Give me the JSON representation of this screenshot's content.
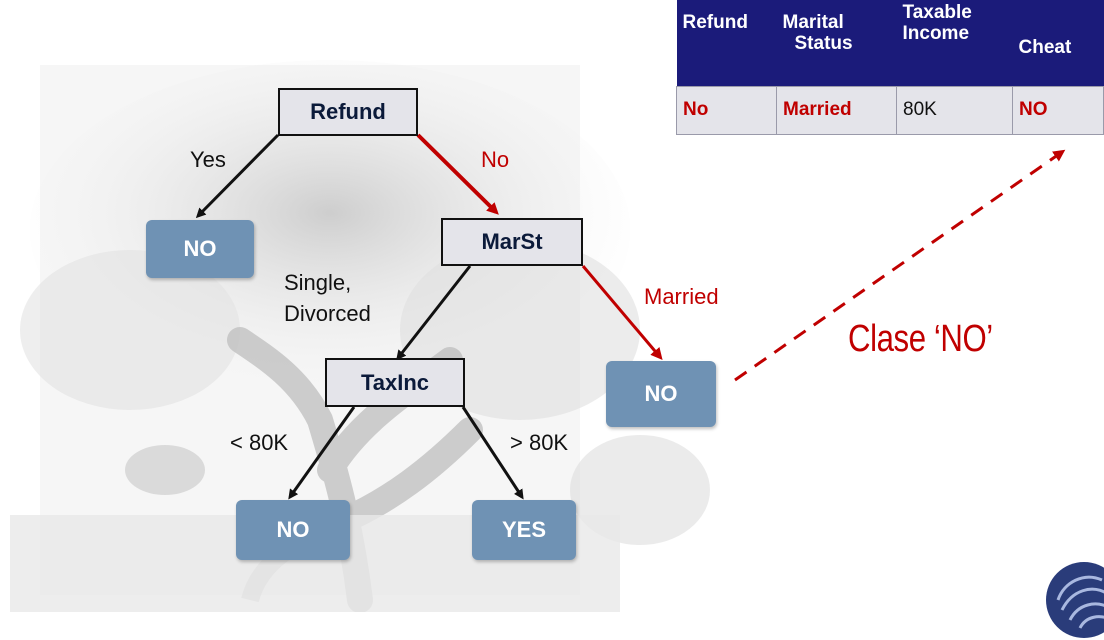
{
  "tree": {
    "root_label": "Refund",
    "node_marst": "MarSt",
    "node_taxinc": "TaxInc",
    "leaf_refund_yes": "NO",
    "leaf_married": "NO",
    "leaf_below_80k": "NO",
    "leaf_above_80k": "YES",
    "edge_yes": "Yes",
    "edge_no": "No",
    "edge_single_divorced": [
      "Single,",
      "Divorced"
    ],
    "edge_married": "Married",
    "edge_below": "< 80K",
    "edge_above": "> 80K"
  },
  "record_table": {
    "headers": [
      [
        "Refund"
      ],
      [
        "Marital",
        "Status"
      ],
      [
        "Taxable",
        "Income"
      ],
      [
        "Cheat"
      ]
    ],
    "row": [
      "No",
      "Married",
      "80K",
      "NO"
    ]
  },
  "result_text": "Clase ‘NO’",
  "colors": {
    "path_red": "#c00000",
    "leaf_blue": "#6f92b4",
    "header_navy": "#1b1b7a",
    "node_gray": "#e4e4ea"
  },
  "icons": [
    "tree-photo-background",
    "shell-logo-icon"
  ]
}
